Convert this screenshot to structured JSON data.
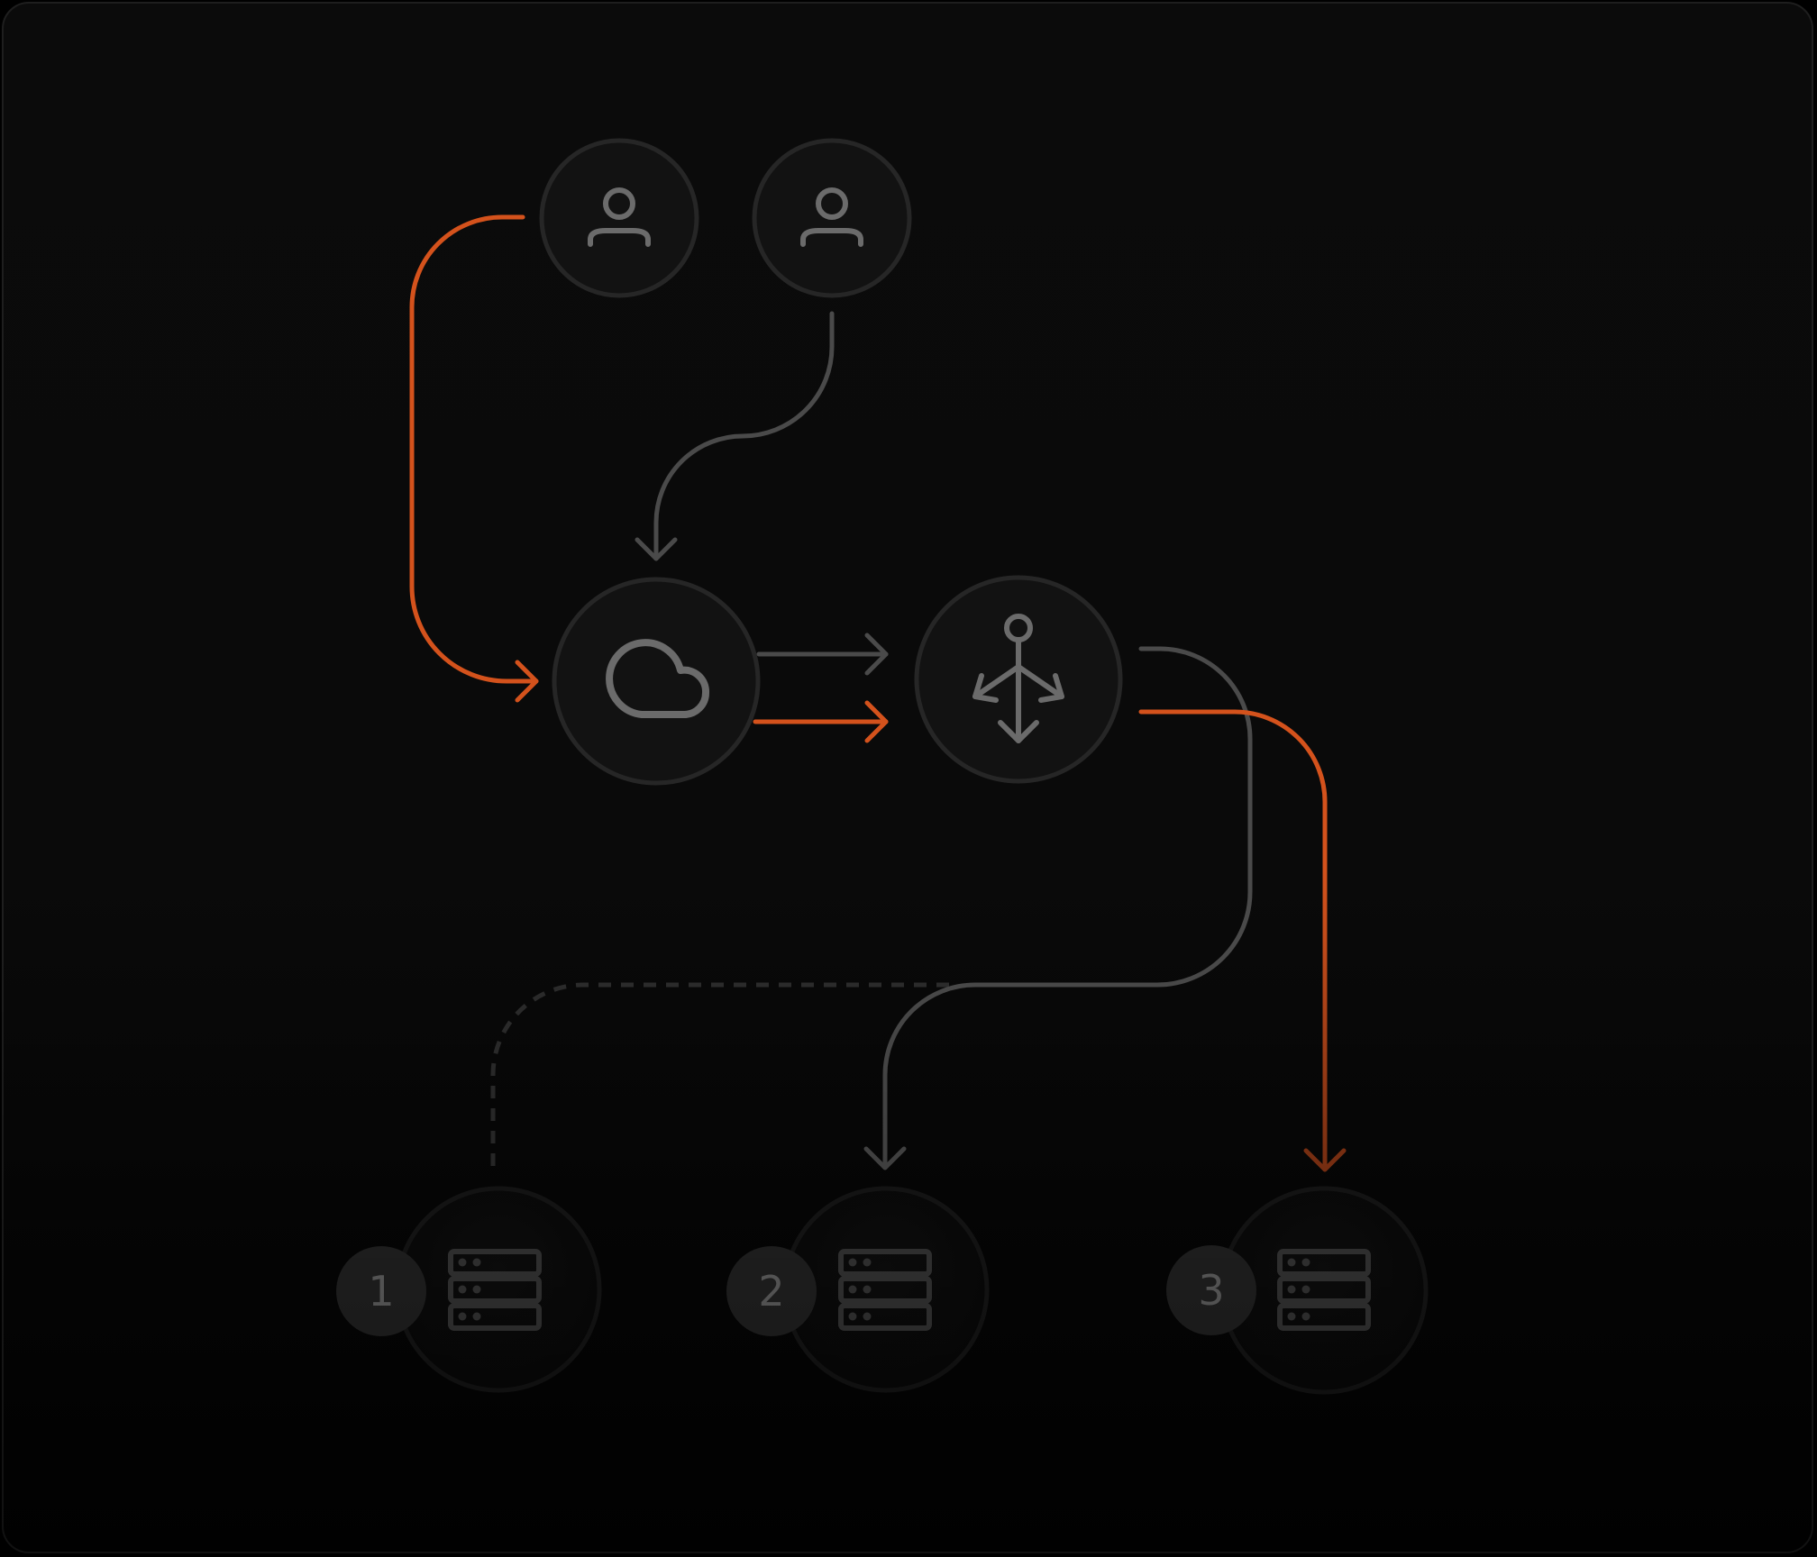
{
  "colors": {
    "background": "#0a0a0a",
    "frame_border": "#1e1e1e",
    "node_fill": "#121212",
    "node_stroke": "#262626",
    "icon": "#6b6b6b",
    "line_gray": "#4a4a4a",
    "line_orange": "#d4521c",
    "line_dashed": "#2c2c2c",
    "server_icon": "#3a3a3a",
    "badge_fill": "#242424"
  },
  "nodes": [
    {
      "id": "user-1",
      "icon": "user-icon"
    },
    {
      "id": "user-2",
      "icon": "user-icon"
    },
    {
      "id": "cloud",
      "icon": "cloud-icon"
    },
    {
      "id": "load-balancer",
      "icon": "load-balancer-icon"
    },
    {
      "id": "server-1",
      "icon": "server-icon",
      "badge": "1"
    },
    {
      "id": "server-2",
      "icon": "server-icon",
      "badge": "2"
    },
    {
      "id": "server-3",
      "icon": "server-icon",
      "badge": "3"
    }
  ],
  "edges": [
    {
      "from": "user-1",
      "to": "cloud",
      "style": "orange"
    },
    {
      "from": "user-2",
      "to": "cloud",
      "style": "gray"
    },
    {
      "from": "cloud",
      "to": "load-balancer",
      "style": "gray"
    },
    {
      "from": "cloud",
      "to": "load-balancer",
      "style": "orange"
    },
    {
      "from": "load-balancer",
      "to": "server-2",
      "style": "gray"
    },
    {
      "from": "load-balancer",
      "to": "server-3",
      "style": "orange"
    },
    {
      "from": "server-2-path",
      "to": "server-1",
      "style": "dashed"
    }
  ],
  "badges": {
    "server_1": "1",
    "server_2": "2",
    "server_3": "3"
  }
}
